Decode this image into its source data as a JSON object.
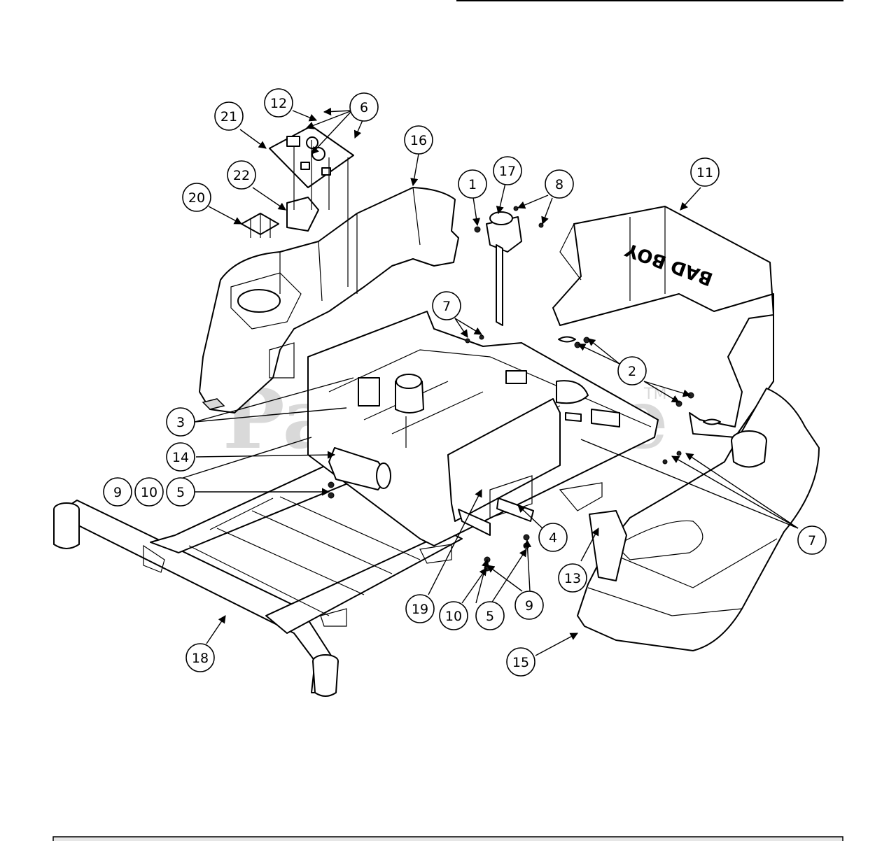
{
  "watermark": {
    "text": "PartsTree",
    "tm": "TM"
  },
  "decal_text": "BAD BOY",
  "callouts": [
    "1",
    "2",
    "3",
    "4",
    "5",
    "6",
    "7",
    "8",
    "9",
    "10",
    "11",
    "12",
    "13",
    "14",
    "15",
    "16",
    "17",
    "18",
    "19",
    "20",
    "21",
    "22"
  ]
}
